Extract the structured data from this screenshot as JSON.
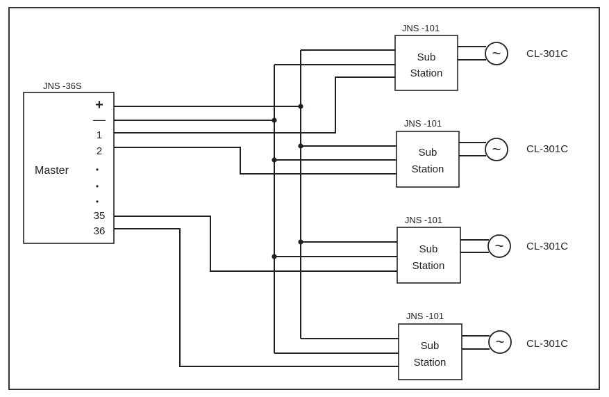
{
  "master": {
    "model": "JNS -36S",
    "label": "Master",
    "terminals": {
      "plus": "+",
      "minus": "—",
      "t1": "1",
      "t2": "2",
      "d1": "•",
      "d2": "•",
      "d3": "•",
      "t35": "35",
      "t36": "36"
    }
  },
  "substations": [
    {
      "model": "JNS -101",
      "line1": "Sub",
      "line2": "Station",
      "speaker": "CL-301C"
    },
    {
      "model": "JNS -101",
      "line1": "Sub",
      "line2": "Station",
      "speaker": "CL-301C"
    },
    {
      "model": "JNS -101",
      "line1": "Sub",
      "line2": "Station",
      "speaker": "CL-301C"
    },
    {
      "model": "JNS -101",
      "line1": "Sub",
      "line2": "Station",
      "speaker": "CL-301C"
    }
  ],
  "speaker_symbol": "~"
}
